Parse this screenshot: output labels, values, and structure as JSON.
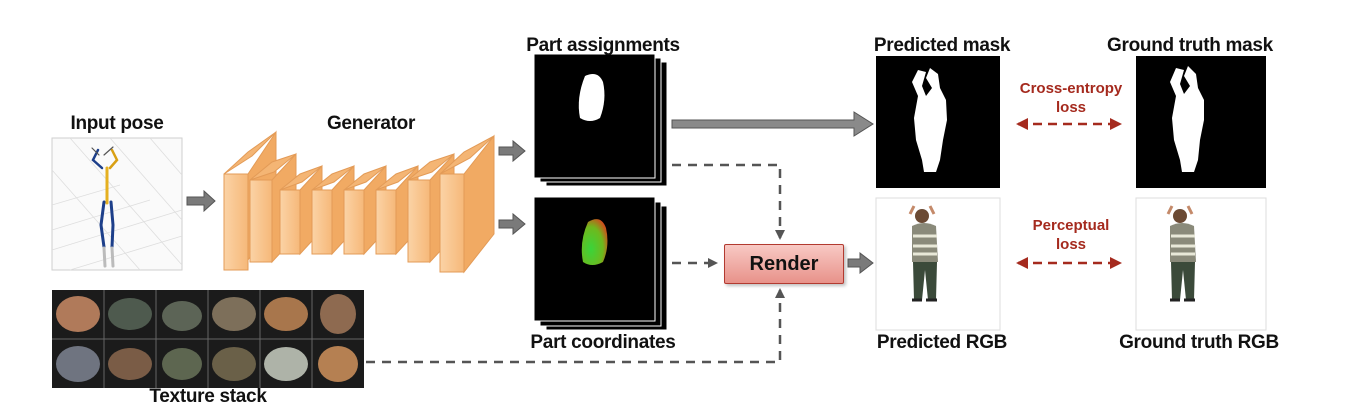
{
  "labels": {
    "input_pose": "Input pose",
    "generator": "Generator",
    "part_assignments": "Part assignments",
    "part_coordinates": "Part coordinates",
    "predicted_mask": "Predicted mask",
    "ground_truth_mask": "Ground truth mask",
    "predicted_rgb": "Predicted RGB",
    "ground_truth_rgb": "Ground truth RGB",
    "texture_stack": "Texture stack",
    "render": "Render"
  },
  "losses": {
    "cross_entropy_line1": "Cross-entropy",
    "cross_entropy_line2": "loss",
    "perceptual_line1": "Perceptual",
    "perceptual_line2": "loss"
  },
  "colors": {
    "generator_fill": "#f9c894",
    "generator_stroke": "#e8a060",
    "loss_text": "#a52a1e",
    "arrow_gray": "#7a7a7a",
    "render_fill": "#eea49c"
  }
}
